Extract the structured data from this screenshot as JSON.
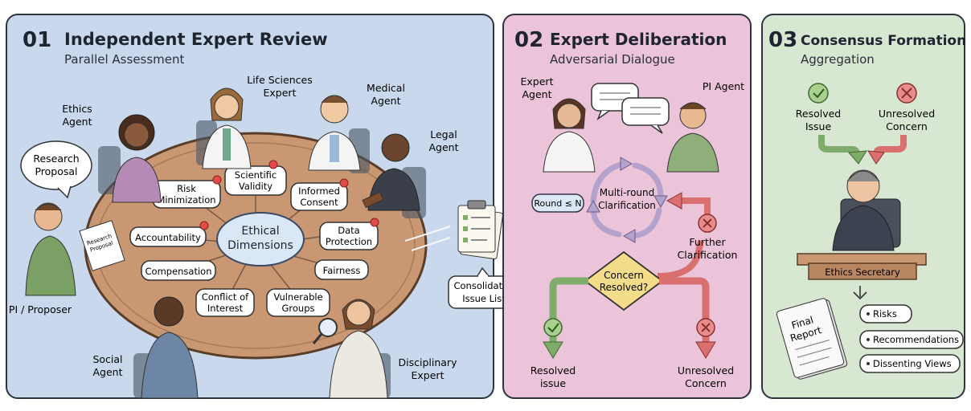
{
  "panel1": {
    "number": "01",
    "title": "Independent Expert Review",
    "subtitle": "Parallel Assessment",
    "center": [
      "Ethical",
      "Dimensions"
    ],
    "dimensions": [
      [
        "Scientific",
        "Validity"
      ],
      [
        "Informed",
        "Consent"
      ],
      [
        "Data",
        "Protection"
      ],
      [
        "Fairness"
      ],
      [
        "Vulnerable",
        "Groups"
      ],
      [
        "Conflict of",
        "Interest"
      ],
      [
        "Compensation"
      ],
      [
        "Accountability"
      ],
      [
        "Risk",
        "Minimization"
      ]
    ],
    "agents": {
      "ethics": [
        "Ethics",
        "Agent"
      ],
      "life_sciences": [
        "Life Sciences",
        "Expert"
      ],
      "medical": [
        "Medical",
        "Agent"
      ],
      "legal": [
        "Legal",
        "Agent"
      ],
      "social": [
        "Social",
        "Agent"
      ],
      "disciplinary": [
        "Disciplinary",
        "Expert"
      ],
      "proposer": "PI / Proposer"
    },
    "proposal_bubble": [
      "Research",
      "Proposal"
    ],
    "paper_label": [
      "Research",
      "Proposal"
    ],
    "issue_list": [
      "Consolidated",
      "Issue List"
    ]
  },
  "panel2": {
    "number": "02",
    "title": "Expert Deliberation",
    "subtitle": "Adversarial Dialogue",
    "expert_agent": [
      "Expert",
      "Agent"
    ],
    "pi_agent": "PI Agent",
    "loop": [
      "Multi-round",
      "Clarification"
    ],
    "round_badge": "Round ≤ N",
    "decision": [
      "Concern",
      "Resolved?"
    ],
    "further": [
      "Further",
      "Clarification"
    ],
    "resolved": [
      "Resolved",
      "issue"
    ],
    "unresolved": [
      "Unresolved",
      "Concern"
    ]
  },
  "panel3": {
    "number": "03",
    "title": "Consensus Formation",
    "subtitle": "Aggregation",
    "resolved": [
      "Resolved",
      "Issue"
    ],
    "unresolved": [
      "Unresolved",
      "Concern"
    ],
    "secretary": "Ethics Secretary",
    "report": [
      "Final",
      "Report"
    ],
    "outputs": [
      "Risks",
      "Recommendations",
      "Dissenting Views"
    ]
  },
  "colors": {
    "panel1_bg": "#c9d8ec",
    "panel2_bg": "#ecc4d9",
    "panel3_bg": "#d7e7d2",
    "table": "#c99873",
    "green_arrow": "#7fac6a",
    "red_arrow": "#d9706f",
    "loop": "#b3a2cc"
  }
}
